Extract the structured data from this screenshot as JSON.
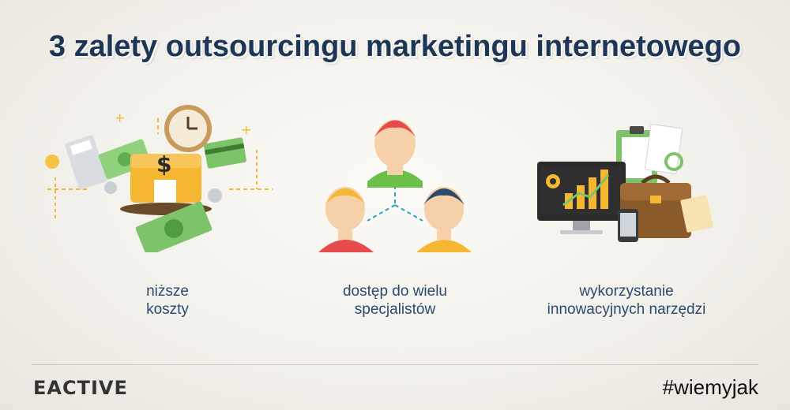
{
  "title": "3 zalety outsourcingu marketingu internetowego",
  "benefits": [
    {
      "icon": "money-savings-icon",
      "line1": "niższe",
      "line2": "koszty"
    },
    {
      "icon": "team-specialists-icon",
      "line1": "dostęp do wielu",
      "line2": "specjalistów"
    },
    {
      "icon": "tools-devices-icon",
      "line1": "wykorzystanie",
      "line2": "innowacyjnych narzędzi"
    }
  ],
  "footer": {
    "logo": "EACTIVE",
    "hashtag": "#wiemyjak"
  },
  "colors": {
    "title": "#1e3656",
    "caption": "#2a4a70",
    "accent_yellow": "#f5b731",
    "accent_green": "#7cc36a",
    "accent_red": "#e34b4b"
  }
}
